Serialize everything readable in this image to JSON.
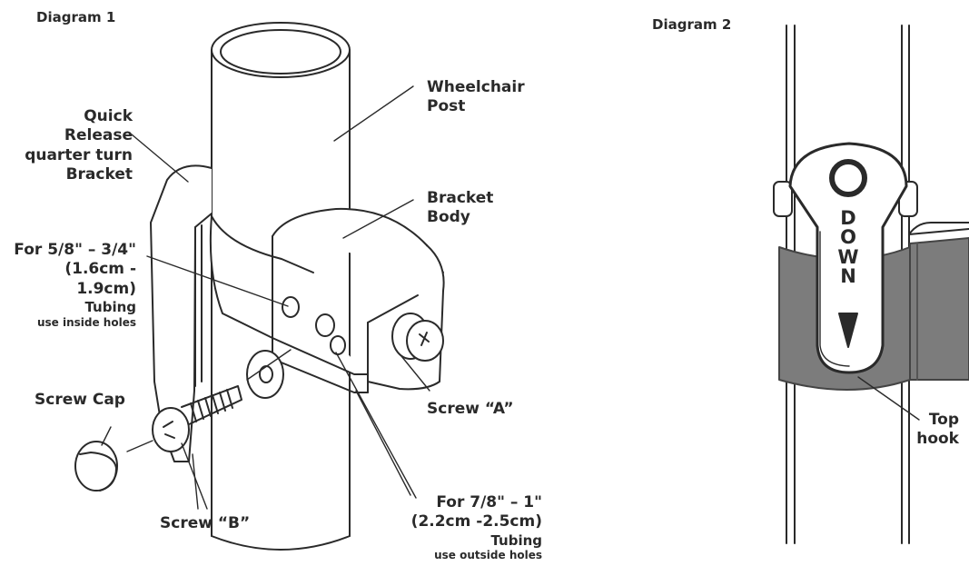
{
  "diagram1": {
    "title": "Diagram 1",
    "labels": {
      "quick_release": [
        "Quick",
        "Release",
        "quarter turn",
        "Bracket"
      ],
      "wheelchair_post": [
        "Wheelchair",
        "Post"
      ],
      "bracket_body": [
        "Bracket",
        "Body"
      ],
      "inside_holes": [
        "For 5/8\" – 3/4\"",
        "(1.6cm -",
        "1.9cm)",
        "Tubing",
        "use inside holes"
      ],
      "screw_cap": "Screw Cap",
      "screw_a": "Screw “A”",
      "screw_b": "Screw “B”",
      "outside_holes": [
        "For 7/8\" – 1\"",
        "(2.2cm -2.5cm)",
        "Tubing",
        "use outside holes"
      ]
    }
  },
  "diagram2": {
    "title": "Diagram 2",
    "lever_text": [
      "D",
      "O",
      "W",
      "N"
    ],
    "top_hook": [
      "Top",
      "hook"
    ]
  },
  "colors": {
    "ink": "#2a2a2a",
    "hook": "#767676",
    "hook_dark": "#5a5a5a"
  }
}
